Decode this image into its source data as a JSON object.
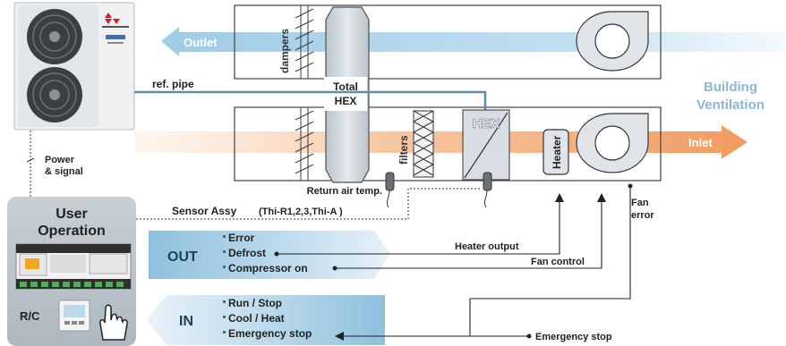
{
  "airflow": {
    "outlet_label": "Outlet",
    "inlet_label": "Inlet",
    "building_line1": "Building",
    "building_line2": "Ventilation",
    "outlet_color": "#a9cfe6",
    "inlet_color": "#f4a26a"
  },
  "unit": {
    "dampers_label": "dampers",
    "total_hex_line1": "Total",
    "total_hex_line2": "HEX",
    "filters_label": "filters",
    "hex_label": "HEX",
    "heater_label": "Heater",
    "ref_pipe_label": "ref. pipe",
    "return_air_label": "Return air temp.",
    "sensor_assy_label": "Sensor Assy",
    "sensor_assy_detail": "(Thi-R1,2,3,Thi-A )",
    "power_line1": "Power",
    "power_line2": "& signal",
    "fan_error_line1": "Fan",
    "fan_error_line2": "error"
  },
  "user_panel": {
    "title_line1": "User",
    "title_line2": "Operation",
    "rc_label": "R/C",
    "panel_color": "#c6ced4"
  },
  "out_block": {
    "label": "OUT",
    "items": [
      "Error",
      "Defrost",
      "Compressor on"
    ],
    "heater_output_label": "Heater output",
    "fan_control_label": "Fan control"
  },
  "in_block": {
    "label": "IN",
    "items": [
      "Run / Stop",
      "Cool / Heat",
      "Emergency stop"
    ],
    "emergency_stop_label": "Emergency stop"
  }
}
